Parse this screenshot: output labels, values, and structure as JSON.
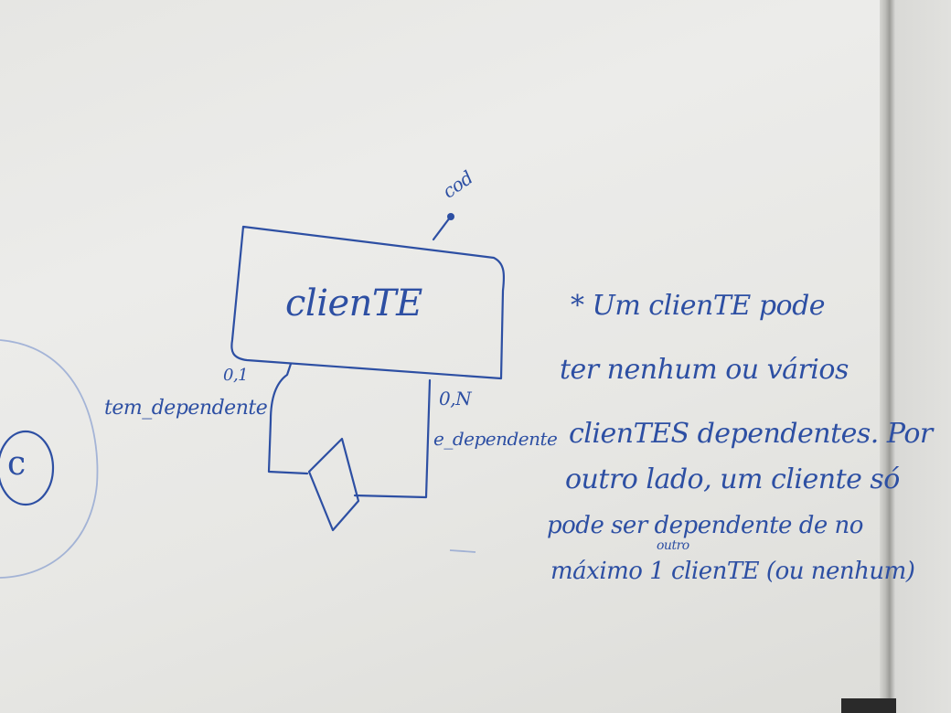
{
  "diagram": {
    "entity": {
      "label": "clienTE",
      "attribute": "cod"
    },
    "relationship": {
      "left": {
        "cardinality": "0,1",
        "label": "tem_dependente"
      },
      "right": {
        "cardinality": "0,N",
        "label": "e_dependente"
      }
    },
    "circle_letter": "c"
  },
  "note": {
    "lines": [
      "* Um clienTE pode",
      "ter nenhum ou vários",
      "clienTES dependentes. Por",
      "outro lado, um cliente só",
      "pode ser dependente de no",
      "máximo 1 clienTE (ou nenhum)"
    ],
    "insertion": "outro"
  },
  "colors": {
    "ink": "#2d4fa3",
    "board": "#e9e9e6"
  }
}
